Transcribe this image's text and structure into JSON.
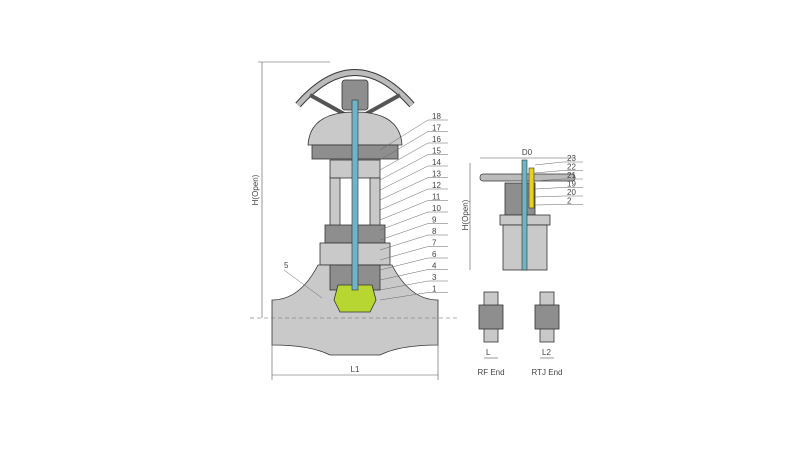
{
  "main_view": {
    "height_label": "H(Open)",
    "length_label": "L1",
    "left_part": "5",
    "parts": [
      "18",
      "17",
      "16",
      "15",
      "14",
      "13",
      "12",
      "11",
      "10",
      "9",
      "8",
      "7",
      "6",
      "4",
      "3",
      "1"
    ]
  },
  "side_view": {
    "diameter_label": "D0",
    "height_label": "H(Open)",
    "parts": [
      "23",
      "22",
      "21",
      "19",
      "20",
      "2"
    ]
  },
  "end_views": {
    "rf": {
      "dim_label": "L",
      "caption": "RF End"
    },
    "rtj": {
      "dim_label": "L2",
      "caption": "RTJ End"
    }
  },
  "colors": {
    "stem": "#6fb3c4",
    "disc": "#b8d631",
    "yoke_nut": "#e6d21c",
    "body": "#c9c9c9"
  }
}
